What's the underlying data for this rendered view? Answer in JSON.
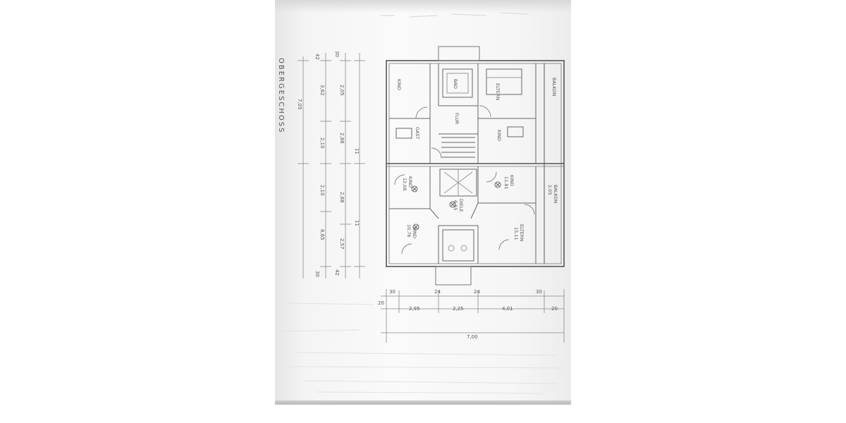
{
  "sheet": {
    "title": "OBERGESCHOSS",
    "rooms": {
      "kind_top_left": "KIND",
      "eltern_top": "ELTERN",
      "bad_top": "BAD",
      "flur_top": "FLUR",
      "gast_top": "GAST",
      "kind_top_mid": "KIND",
      "balkon_top": "BALKON",
      "kind_bot_left": "KIND",
      "kind_bot_right": "KIND",
      "flur_bot": "DIELE",
      "balkon_bot": "BALKON",
      "kind_bot_left2": "KIND",
      "eltern_bot": "ELTERN"
    },
    "areas": {
      "kind_bot_left": "12,08",
      "kind_bot_right": "11,81",
      "balkon_bot": "2,05",
      "diele_bot": "6,55",
      "kind_bot_left2": "10,76",
      "eltern_bot": "15,11"
    },
    "dims_vertical": {
      "total": "7,05",
      "a": "3,62",
      "b": "2,05",
      "c": "2,10",
      "d": "2,88",
      "e": "2,10",
      "f": "2,88",
      "g": "6,65",
      "h": "2,57",
      "top_small_1": "42",
      "top_small_2": "30",
      "mid_small_1": "11",
      "mid_small_2": "11",
      "bot_small_1": "30",
      "bot_small_2": "42"
    },
    "dims_horizontal": {
      "s1": "30",
      "s2": "24",
      "s3": "24",
      "s4": "30",
      "d1": "2,95",
      "d2": "2,25",
      "d3": "4,01",
      "d4": "20",
      "edge_left": "20",
      "total": "7,00"
    }
  }
}
